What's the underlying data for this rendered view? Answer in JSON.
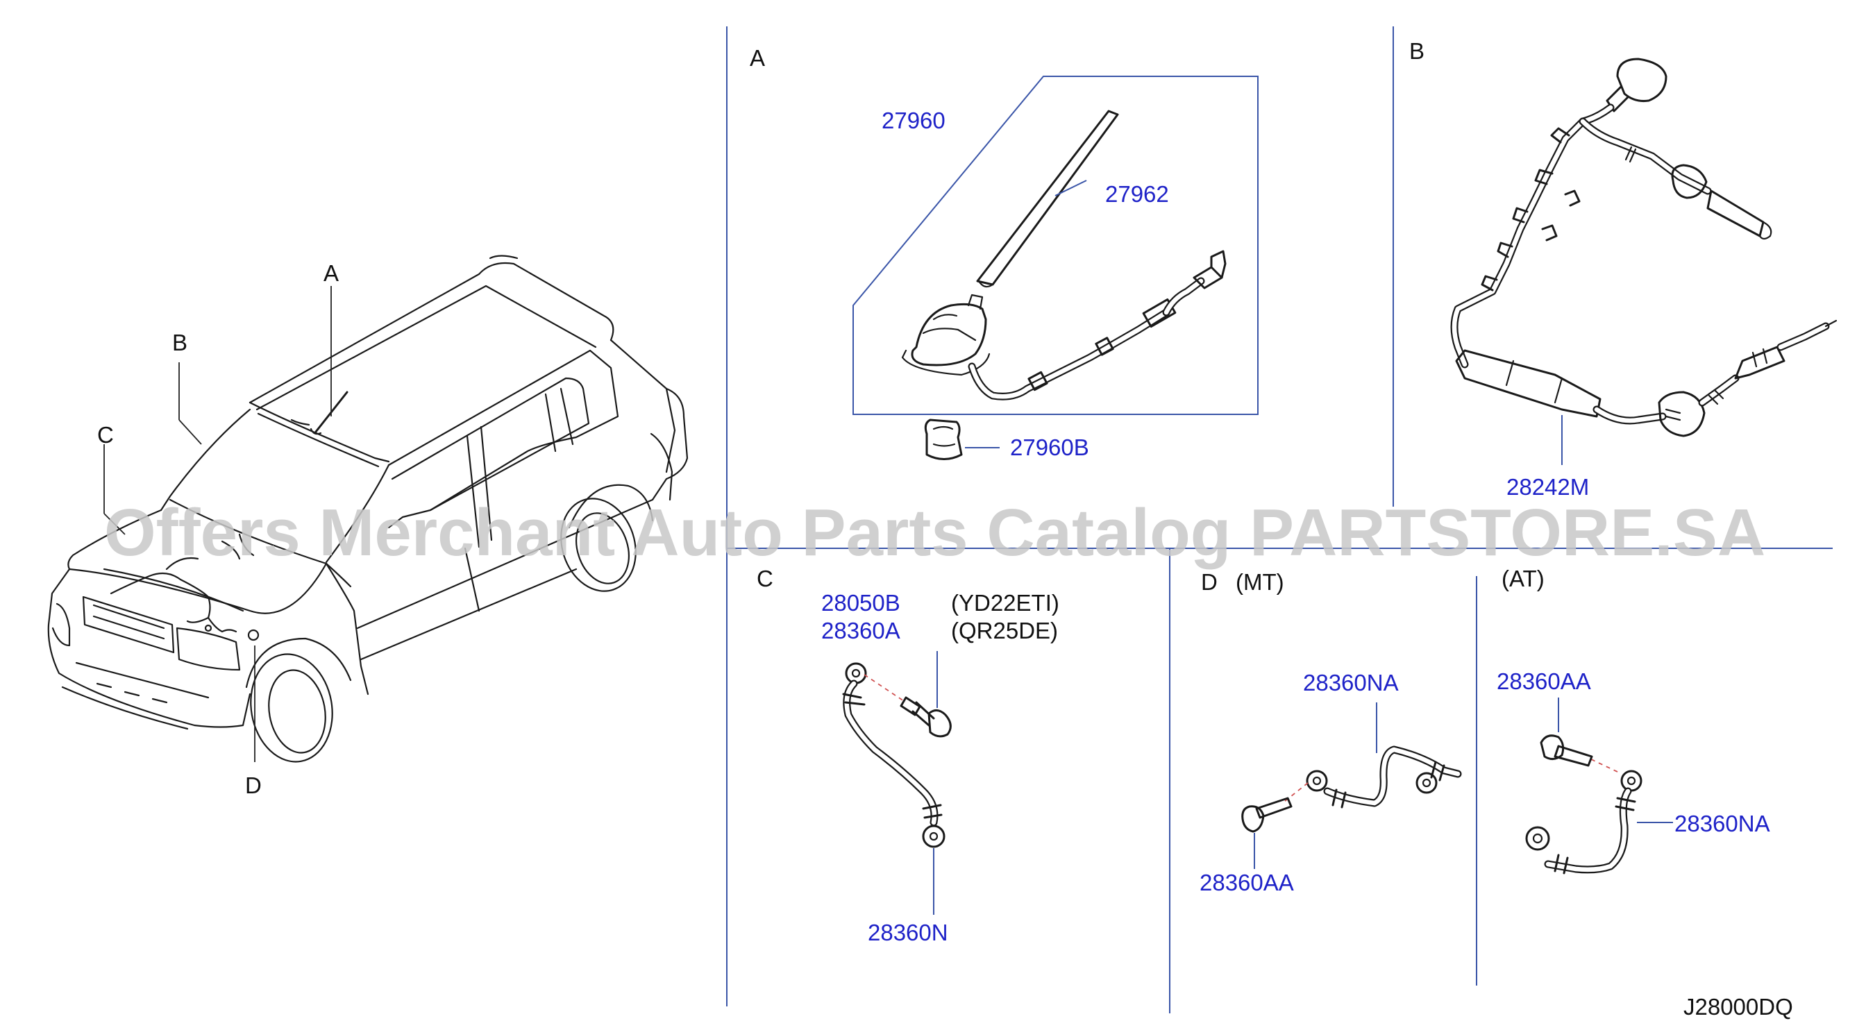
{
  "watermark": "Offers Merchant Auto Parts Catalog PARTSTORE.SA",
  "diagram_code": "J28000DQ",
  "callouts": [
    "A",
    "B",
    "C",
    "D"
  ],
  "sections": {
    "A": {
      "label": "A",
      "parts": [
        "27960",
        "27962",
        "27960B"
      ]
    },
    "B": {
      "label": "B",
      "parts": [
        "28242M"
      ]
    },
    "C": {
      "label": "C",
      "parts": [
        "28050B",
        "28360A",
        "28360N"
      ],
      "engines": [
        "(YD22ETI)",
        "(QR25DE)"
      ]
    },
    "D": {
      "label": "D",
      "variants": {
        "mt": {
          "label": "(MT)",
          "parts": [
            "28360NA",
            "28360AA"
          ]
        },
        "at": {
          "label": "(AT)",
          "parts": [
            "28360AA",
            "28360NA"
          ]
        }
      }
    }
  }
}
